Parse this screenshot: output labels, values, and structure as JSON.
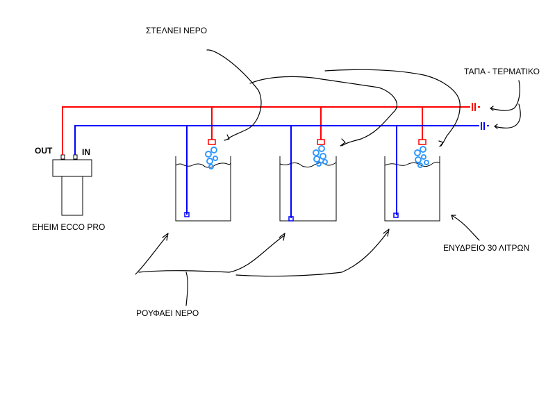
{
  "labels": {
    "sends_water": "ΣΤΕΛΝΕΙ ΝΕΡΟ",
    "cap_end": "ΤΑΠΑ - ΤΕΡΜΑΤΙΚΟ",
    "out": "OUT",
    "in": "IN",
    "pump": "EHEIM ECCO PRO",
    "tank": "ΕΝΥΔΡΕΙΟ 30 ΛΙΤΡΩΝ",
    "sucks_water": "ΡΟΥΦΑΕΙ ΝΕΡΟ"
  },
  "colors": {
    "outflow_pipe": "#ff0000",
    "intake_pipe": "#0000ff",
    "bubbles": "#3399ff",
    "outline": "#000000"
  }
}
